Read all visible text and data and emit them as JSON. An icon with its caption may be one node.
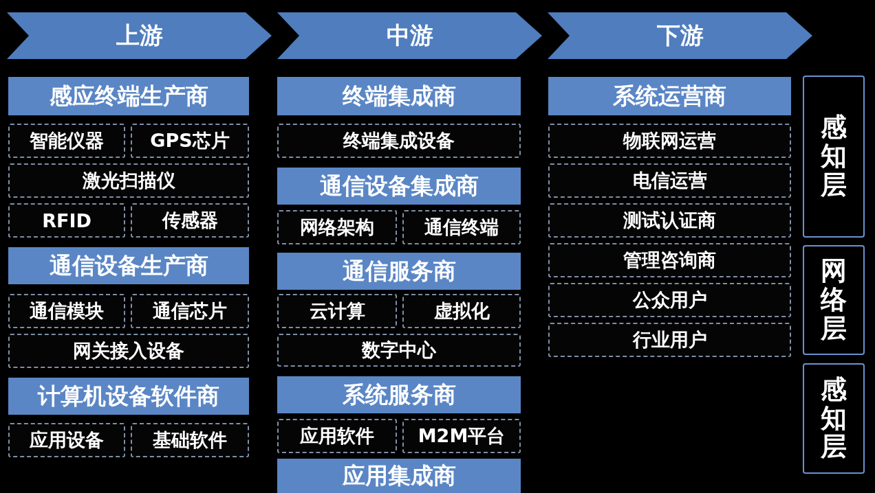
{
  "diagram": {
    "nodes": [
      {
        "text": [
          "上游"
        ]
      },
      {
        "text": [
          "中游"
        ]
      },
      {
        "text": [
          "下游"
        ]
      },
      {
        "text": [
          "感应终端生产商"
        ]
      },
      {
        "text": [
          "智能仪器"
        ]
      },
      {
        "text": [
          "GPS芯片"
        ]
      },
      {
        "text": [
          "激光扫描仪"
        ]
      },
      {
        "text": [
          "RFID"
        ]
      },
      {
        "text": [
          "传感器"
        ]
      },
      {
        "text": [
          "通信设备生产商"
        ]
      },
      {
        "text": [
          "通信模块"
        ]
      },
      {
        "text": [
          "通信芯片"
        ]
      },
      {
        "text": [
          "网关接入设备"
        ]
      },
      {
        "text": [
          "计算机设备软件商"
        ]
      },
      {
        "text": [
          "应用设备"
        ]
      },
      {
        "text": [
          "基础软件"
        ]
      },
      {
        "text": [
          "终端集成商"
        ]
      },
      {
        "text": [
          "终端集成设备"
        ]
      },
      {
        "text": [
          "通信设备集成商"
        ]
      },
      {
        "text": [
          "网络架构"
        ]
      },
      {
        "text": [
          "通信终端"
        ]
      },
      {
        "text": [
          "通信服务商"
        ]
      },
      {
        "text": [
          "云计算"
        ]
      },
      {
        "text": [
          "虚拟化"
        ]
      },
      {
        "text": [
          "数字中心"
        ]
      },
      {
        "text": [
          "系统服务商"
        ]
      },
      {
        "text": [
          "应用软件"
        ]
      },
      {
        "text": [
          "M2M平台"
        ]
      },
      {
        "text": [
          "应用集成商"
        ]
      },
      {
        "text": [
          "系统运营商"
        ]
      },
      {
        "text": [
          "物联网运营"
        ]
      },
      {
        "text": [
          "电信运营"
        ]
      },
      {
        "text": [
          "测试认证商"
        ]
      },
      {
        "text": [
          "管理咨询商"
        ]
      },
      {
        "text": [
          "公众用户"
        ]
      },
      {
        "text": [
          "行业用户"
        ]
      },
      {
        "text": [
          "感知层"
        ]
      },
      {
        "text": [
          "网络层"
        ]
      },
      {
        "text": [
          "感知层"
        ]
      }
    ]
  }
}
